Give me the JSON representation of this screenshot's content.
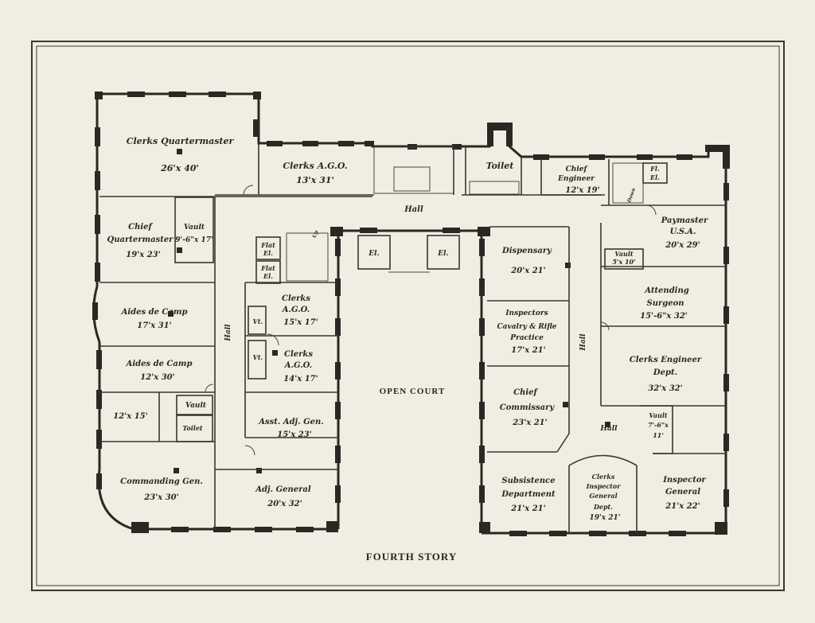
{
  "title": "FOURTH STORY",
  "rooms": {
    "clerks_qm": {
      "name": "Clerks Quartermaster",
      "size": "26'x 40'"
    },
    "clerks_ago_top": {
      "name": "Clerks A.G.O.",
      "size": "13'x 31'"
    },
    "toilet_top": {
      "name": "Toilet"
    },
    "chief_engineer": {
      "name1": "Chief",
      "name2": "Engineer",
      "size": "12'x 19'"
    },
    "fl_el_top": {
      "line1": "Fl.",
      "line2": "El."
    },
    "hall_top": {
      "name": "Hall"
    },
    "chief_qm": {
      "name1": "Chief",
      "name2": "Quartermaster",
      "size": "19'x 23'"
    },
    "vault_qm": {
      "name": "Vault",
      "size": "9'-6\"x 17'"
    },
    "flat_el_1": {
      "line1": "Flat",
      "line2": "El."
    },
    "flat_el_2": {
      "line1": "Flat",
      "line2": "El."
    },
    "el_1": {
      "name": "El."
    },
    "el_2": {
      "name": "El."
    },
    "dispensary": {
      "name": "Dispensary",
      "size": "20'x 21'"
    },
    "paymaster": {
      "name1": "Paymaster",
      "name2": "U.S.A.",
      "size": "20'x 29'"
    },
    "vault_pm": {
      "name": "Vault",
      "size": "5'x 10'"
    },
    "aides_1": {
      "name": "Aides de Camp",
      "size": "17'x 31'"
    },
    "clerks_ago_2": {
      "name": "Clerks",
      "name2": "A.G.O.",
      "size": "15'x 17'"
    },
    "inspectors_cav": {
      "name1": "Inspectors",
      "name2": "Cavalry & Rifle",
      "name3": "Practice",
      "size": "17'x 21'"
    },
    "attending_surgeon": {
      "name1": "Attending",
      "name2": "Surgeon",
      "size": "15'-6\"x 32'"
    },
    "hall_left": {
      "name": "Hall"
    },
    "vt1": {
      "name": "Vt."
    },
    "vt2": {
      "name": "Vt."
    },
    "clerks_ago_3": {
      "name": "Clerks",
      "name2": "A.G.O.",
      "size": "14'x 17'"
    },
    "hall_right": {
      "name": "Hall"
    },
    "aides_2": {
      "name": "Aides de Camp",
      "size": "12'x 30'"
    },
    "clerks_engineer": {
      "name1": "Clerks Engineer",
      "name2": "Dept.",
      "size": "32'x 32'"
    },
    "open_court": {
      "name": "OPEN COURT"
    },
    "small_room": {
      "size": "12'x 15'"
    },
    "vault_mid": {
      "name": "Vault"
    },
    "toilet_mid": {
      "name": "Toilet"
    },
    "asst_adj": {
      "name": "Asst. Adj. Gen.",
      "size": "15'x 23'"
    },
    "chief_commissary": {
      "name1": "Chief",
      "name2": "Commissary",
      "size": "23'x 21'"
    },
    "hall_lower": {
      "name": "Hall"
    },
    "vault_lower": {
      "name": "Vault",
      "size1": "7'-6\"x",
      "size2": "11'"
    },
    "commanding_gen": {
      "name": "Commanding Gen.",
      "size": "23'x 30'"
    },
    "adj_general": {
      "name": "Adj. General",
      "size": "20'x 32'"
    },
    "subsistence": {
      "name1": "Subsistence",
      "name2": "Department",
      "size": "21'x 21'"
    },
    "clerks_ig": {
      "name1": "Clerks",
      "name2": "Inspector",
      "name3": "General",
      "name4": "Dept.",
      "size": "19'x 21'"
    },
    "inspector_general": {
      "name1": "Inspector",
      "name2": "General",
      "size": "21'x 22'"
    },
    "down": {
      "name": "Down"
    },
    "up": {
      "name": "Up"
    }
  }
}
